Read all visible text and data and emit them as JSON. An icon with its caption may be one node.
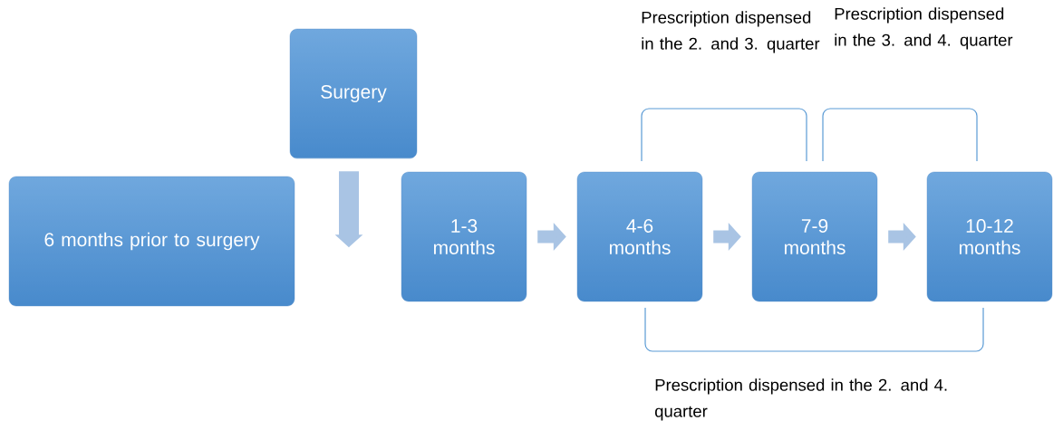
{
  "diagram": {
    "nodes": [
      {
        "text": [
          "6 months prior to surgery"
        ]
      },
      {
        "text": [
          "Surgery"
        ]
      },
      {
        "text": [
          "1-3 months"
        ]
      },
      {
        "text": [
          "4-6 months"
        ]
      },
      {
        "text": [
          "7-9 months"
        ]
      },
      {
        "text": [
          "10-12 months"
        ]
      }
    ],
    "edges": [
      {
        "from": 1,
        "to": null,
        "arrow": "to"
      },
      {
        "from": 2,
        "to": 3,
        "arrow": "to"
      },
      {
        "from": 3,
        "to": 4,
        "arrow": "to"
      },
      {
        "from": 4,
        "to": 5,
        "arrow": "to"
      }
    ],
    "labels": [
      "Prescription dispensed in the 2. and 3. quarter",
      "Prescription dispensed in the 3. and 4. quarter",
      "Prescription dispensed in the 2. and 4. quarter"
    ]
  }
}
